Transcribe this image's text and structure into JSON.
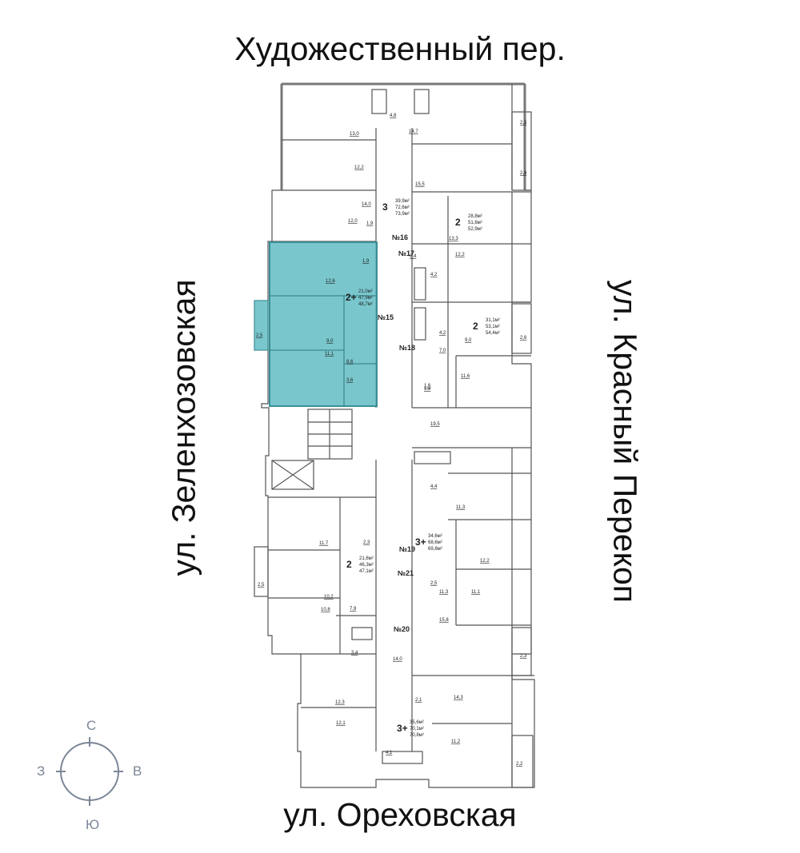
{
  "streets": {
    "top": "Художественный пер.",
    "bottom": "ул. Ореховская",
    "left": "ул. Зеленхозовская",
    "right": "ул. Красный Перекоп"
  },
  "compass": {
    "n": "С",
    "e": "В",
    "s": "Ю",
    "w": "З"
  },
  "colors": {
    "highlight": "#57b9c0",
    "wall": "#555555",
    "compass": "#7b8796"
  },
  "apartments": [
    {
      "id": "a15",
      "number": "№15",
      "rooms": "2+",
      "living": "21,0м²",
      "total": "47,9м²",
      "full": "48,7м²",
      "highlighted": true
    },
    {
      "id": "a16",
      "number": "№16",
      "rooms": "3",
      "living": "39,9м²",
      "total": "72,6м²",
      "full": "73,9м²",
      "highlighted": false
    },
    {
      "id": "a17",
      "number": "№17",
      "rooms": "2",
      "living": "28,8м²",
      "total": "51,6м²",
      "full": "52,9м²",
      "highlighted": false
    },
    {
      "id": "a18",
      "number": "№18",
      "rooms": "2",
      "living": "31,1м²",
      "total": "53,1м²",
      "full": "54,4м²",
      "highlighted": false
    },
    {
      "id": "a19",
      "number": "№19",
      "rooms": "3+",
      "living": "34,6м²",
      "total": "68,6м²",
      "full": "69,8м²",
      "highlighted": false
    },
    {
      "id": "a21",
      "number": "№21",
      "rooms": "2",
      "living": "21,6м²",
      "total": "46,3м²",
      "full": "47,1м²",
      "highlighted": false
    },
    {
      "id": "a20",
      "number": "№20",
      "rooms": "3+",
      "living": "35,6м²",
      "total": "70,1м²",
      "full": "70,8м²",
      "highlighted": false
    }
  ],
  "room_areas": [
    "4,8",
    "13,0",
    "14,7",
    "2,5",
    "12,2",
    "2,6",
    "15,5",
    "14,0",
    "12,0",
    "1,9",
    "13,3",
    "6,4",
    "12,2",
    "1,9",
    "12,6",
    "4,2",
    "2,5",
    "9,0",
    "9,0",
    "4,2",
    "2,6",
    "11,1",
    "7,0",
    "8,6",
    "11,6",
    "3,6",
    "1,8",
    "19,5",
    "4,4",
    "11,3",
    "11,7",
    "2,3",
    "12,2",
    "2,5",
    "2,5",
    "11,3",
    "11,1",
    "10,2",
    "10,8",
    "7,9",
    "15,8",
    "3,4",
    "2,3",
    "14,0",
    "2,1",
    "14,3",
    "12,3",
    "12,1",
    "4,1",
    "11,2",
    "2,2",
    "1,6"
  ]
}
